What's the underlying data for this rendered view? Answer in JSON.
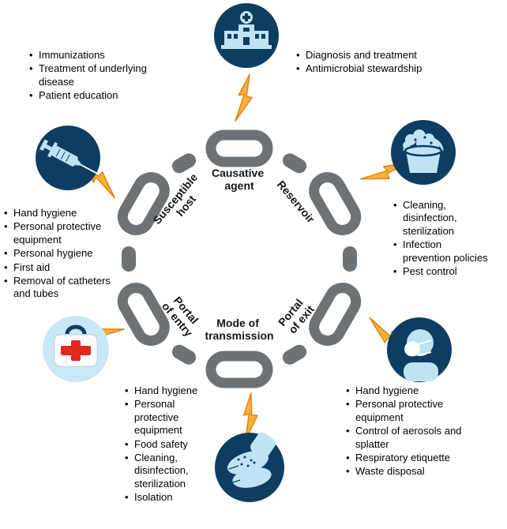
{
  "diagram_name": "chain-of-infection",
  "chain": {
    "links": [
      {
        "id": "causative-agent",
        "lines": [
          "Causative",
          "agent"
        ]
      },
      {
        "id": "reservoir",
        "lines": [
          "Reservoir",
          ""
        ]
      },
      {
        "id": "portal-of-exit",
        "lines": [
          "Portal",
          "of exit"
        ]
      },
      {
        "id": "mode-of-transmission",
        "lines": [
          "Mode of",
          "transmission"
        ]
      },
      {
        "id": "portal-of-entry",
        "lines": [
          "Portal",
          "of entry"
        ]
      },
      {
        "id": "susceptible-host",
        "lines": [
          "Susceptible",
          "host"
        ]
      }
    ]
  },
  "interventions": {
    "susceptible_host": {
      "icon": "syringe-icon",
      "items": [
        "Immunizations",
        "Treatment of underlying disease",
        "Patient education"
      ]
    },
    "causative_agent": {
      "icon": "hospital-icon",
      "items": [
        "Diagnosis and treatment",
        "Antimicrobial stewardship"
      ]
    },
    "reservoir": {
      "icon": "soap-bucket-icon",
      "items": [
        "Cleaning, disinfection, sterilization",
        "Infection prevention policies",
        "Pest control"
      ]
    },
    "portal_of_entry": {
      "icon": "first-aid-kit-icon",
      "items": [
        "Hand hygiene",
        "Personal protective equipment",
        "Personal hygiene",
        "First aid",
        "Removal of catheters and tubes"
      ]
    },
    "portal_of_exit": {
      "icon": "face-mask-icon",
      "items": [
        "Hand hygiene",
        "Personal protective equipment",
        "Control of aerosols and splatter",
        "Respiratory etiquette",
        "Waste disposal"
      ]
    },
    "mode_of_transmission": {
      "icon": "handwashing-icon",
      "items": [
        "Hand hygiene",
        "Personal protective equipment",
        "Food safety",
        "Cleaning, disinfection, sterilization",
        "Isolation"
      ]
    }
  },
  "colors": {
    "chain_gray": "#6d7277",
    "circle_navy": "#0d3e61",
    "artwork_light_blue": "#bfe3f5",
    "lightning_gold": "#f9b234",
    "lightning_edge": "#e0821a",
    "cross_red": "#e02a1e",
    "text": "#000000"
  }
}
